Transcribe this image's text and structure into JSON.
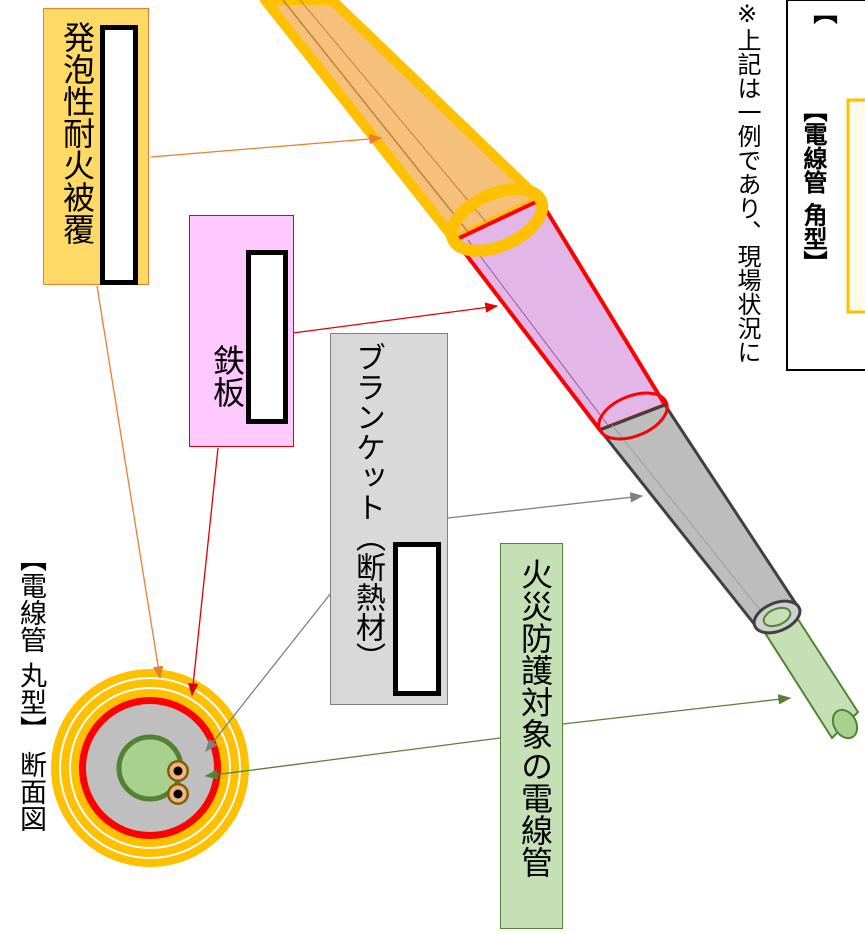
{
  "section_title": "【電線管 丸型】 断面図",
  "labels": {
    "foam_coating": "発泡性耐火被覆",
    "steel_plate": "鉄板",
    "blanket": "ブランケット（断熱材）",
    "conduit": "火災防護対象の電線管"
  },
  "note": "※上記は一例であり、現場状況に",
  "box_title": "【電線管 角型】",
  "box_title_top": "【",
  "colors": {
    "foam": "#FFC000",
    "foam_box": "#FFD966",
    "steel": "#FF0000",
    "steel_box": "#FFC8FF",
    "blanket": "#BFBFBF",
    "blanket_box": "#D9D9D9",
    "conduit": "#A9D18E",
    "conduit_box": "#C5E0B4"
  }
}
